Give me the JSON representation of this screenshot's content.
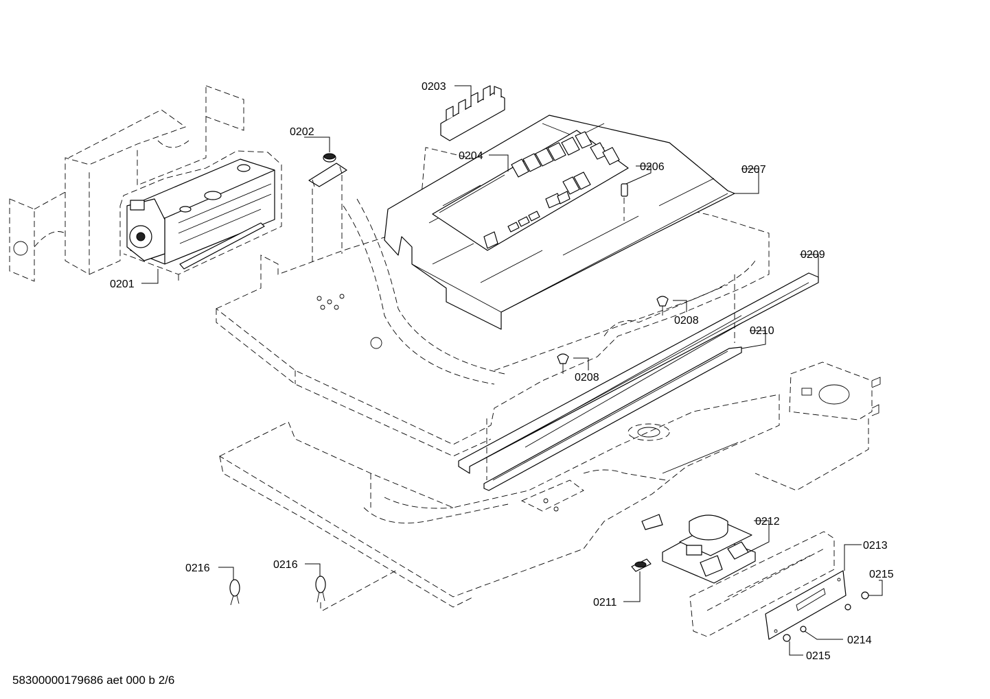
{
  "labels": {
    "p0201": "0201",
    "p0202": "0202",
    "p0203": "0203",
    "p0204": "0204",
    "p0206": "0206",
    "p0207": "0207",
    "p0208a": "0208",
    "p0208b": "0208",
    "p0209": "0209",
    "p0210": "0210",
    "p0211": "0211",
    "p0212": "0212",
    "p0213": "0213",
    "p0214": "0214",
    "p0215a": "0215",
    "p0215b": "0215",
    "p0216a": "0216",
    "p0216b": "0216"
  },
  "footer": "58300000179686 aet 000 b 2/6"
}
